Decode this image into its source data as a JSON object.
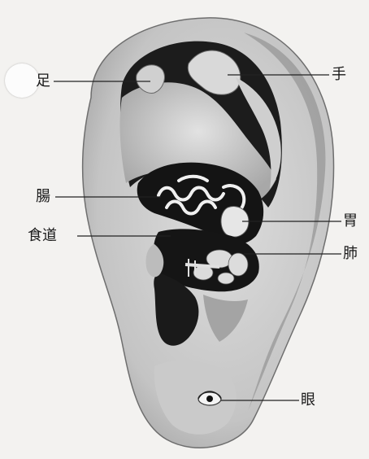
{
  "diagram": {
    "labels": {
      "foot": "足",
      "hand": "手",
      "intestine": "腸",
      "stomach": "胃",
      "esophagus": "食道",
      "lung": "肺",
      "eye": "眼"
    },
    "colors": {
      "paper": "#f3f2f0",
      "ink": "#1a1a1a",
      "ear_shade": "#bdbdbd",
      "cavity": "#151515"
    }
  }
}
